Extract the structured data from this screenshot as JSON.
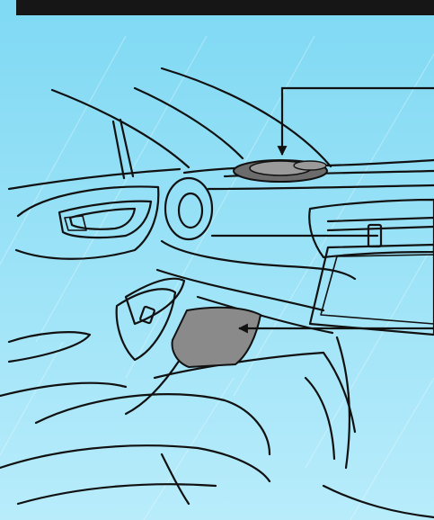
{
  "header": {
    "text": ""
  },
  "colors": {
    "sky_top": "#7fd9f3",
    "sky_bottom": "#b8ecfb",
    "header_bar": "#161616",
    "line": "#111111",
    "pad_fill": "#8a8a8a",
    "dash_disc": "#9a9a9a"
  },
  "callouts": [
    {
      "name": "upper-callout",
      "target": "dashboard-top-component"
    },
    {
      "name": "lower-callout",
      "target": "console-charging-pad"
    }
  ]
}
